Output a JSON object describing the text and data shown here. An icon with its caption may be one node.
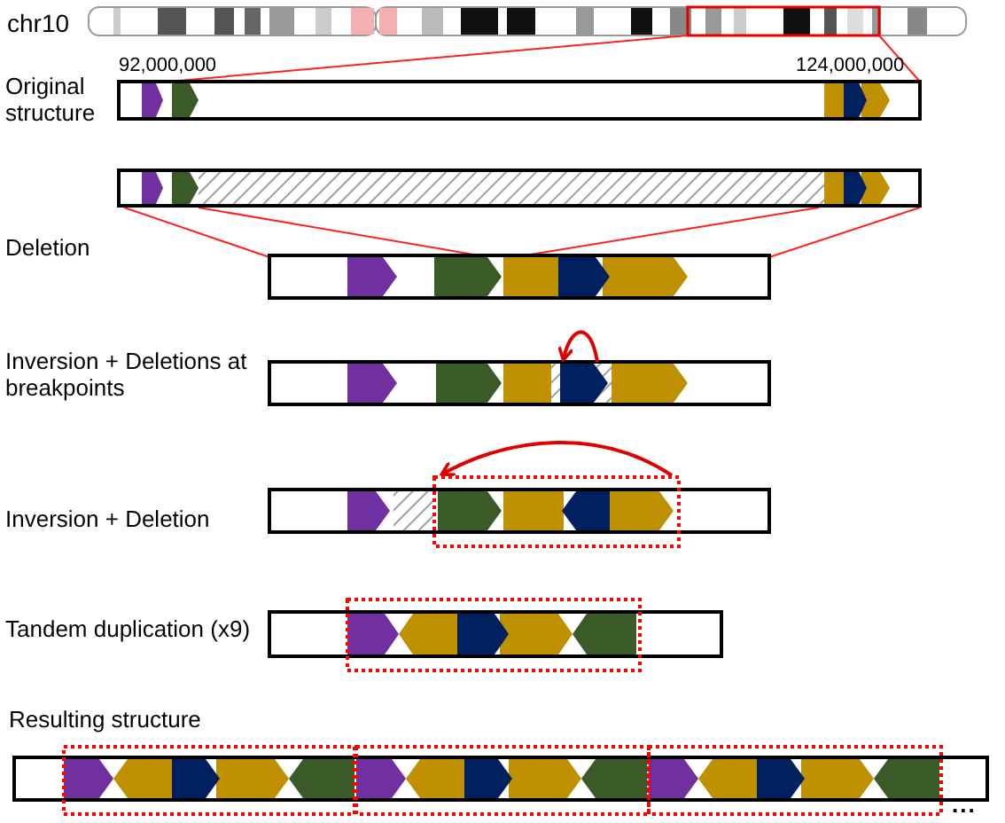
{
  "diagram": {
    "labels": [
      "chr10",
      "92,000,000",
      "124,000,000",
      "Original structure",
      "Deletion",
      "Inversion + Deletions at breakpoints",
      "Inversion + Deletion",
      "Tandem duplication (x9)",
      "Resulting structure",
      "..."
    ]
  }
}
